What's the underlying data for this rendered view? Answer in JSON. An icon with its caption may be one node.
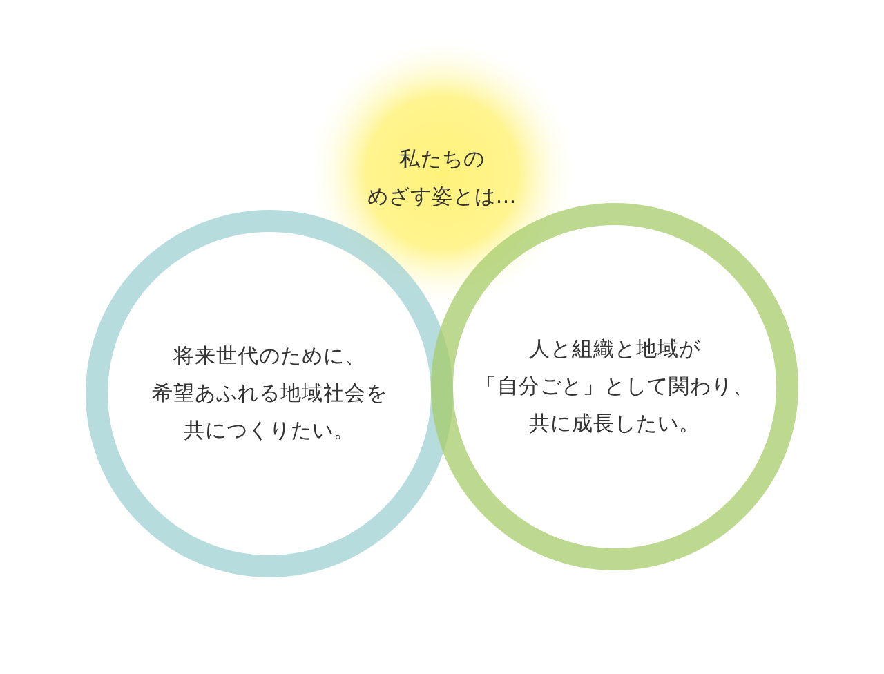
{
  "diagram": {
    "nodes": [
      {
        "text": [
          "私たちのめざす姿とは…"
        ]
      },
      {
        "text": [
          "将来世代のために、希望あふれる地域社会を共につくりたい。"
        ]
      },
      {
        "text": [
          "人と組織と地域が「自分ごと」として関わり、共に成長したい。"
        ]
      }
    ]
  }
}
